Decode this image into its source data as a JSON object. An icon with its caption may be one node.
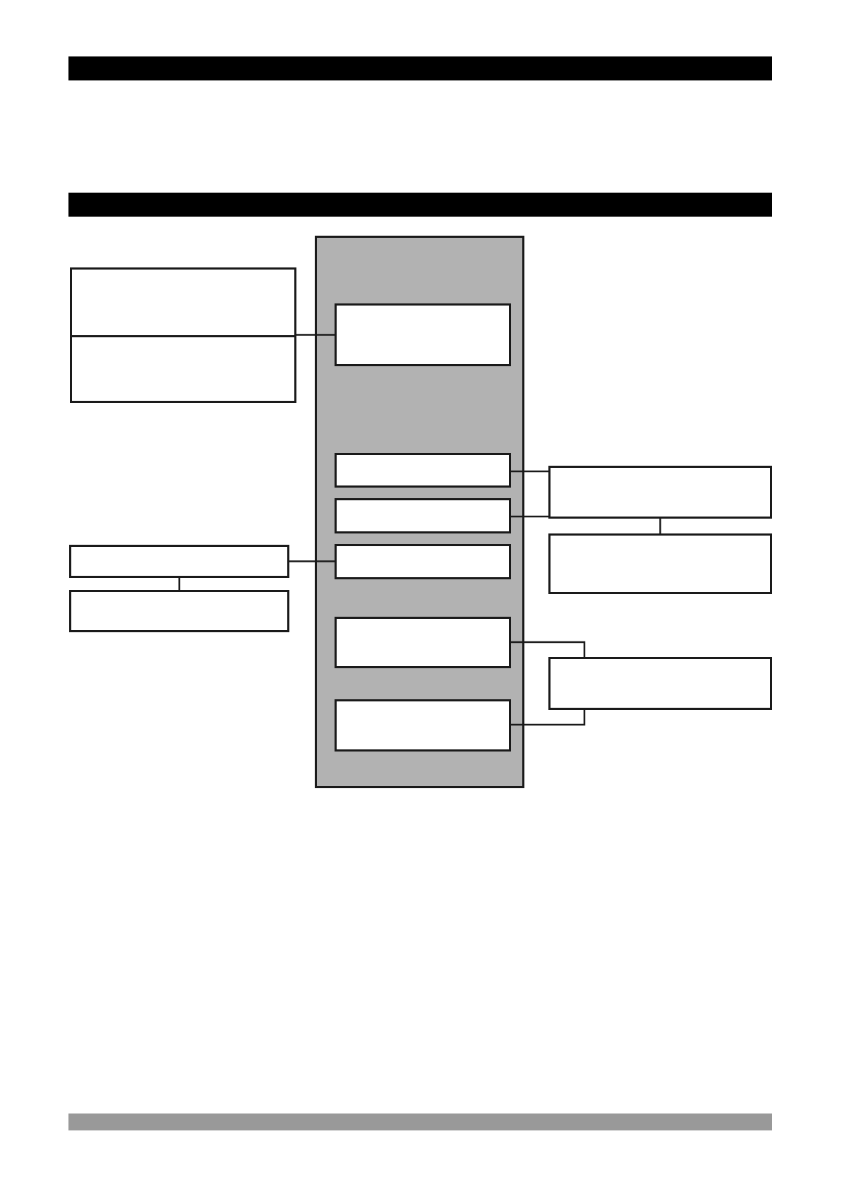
{
  "diagram": {
    "nodes": [
      {
        "text": [],
        "shape": "box"
      },
      {
        "text": [],
        "shape": "box"
      },
      {
        "text": [],
        "shape": "box",
        "in": 0
      },
      {
        "text": [],
        "shape": "box",
        "in": 0
      },
      {
        "text": [],
        "shape": "box",
        "in": 0
      },
      {
        "text": [],
        "shape": "box",
        "in": 0
      },
      {
        "text": [],
        "shape": "box",
        "in": 0
      },
      {
        "text": [],
        "shape": "box",
        "in": 0
      },
      {
        "text": [],
        "shape": "box"
      },
      {
        "text": [],
        "shape": "box"
      },
      {
        "text": [],
        "shape": "box"
      },
      {
        "text": [],
        "shape": "box"
      },
      {
        "text": [],
        "shape": "box"
      }
    ],
    "edges": [
      {
        "from": 1,
        "to": 2,
        "arrow": "none"
      },
      {
        "from": 8,
        "to": 5,
        "arrow": "none"
      },
      {
        "from": 8,
        "to": 9,
        "arrow": "none"
      },
      {
        "from": 3,
        "to": 10,
        "arrow": "none"
      },
      {
        "from": 4,
        "to": 10,
        "arrow": "none"
      },
      {
        "from": 10,
        "to": 11,
        "arrow": "none"
      },
      {
        "from": 6,
        "to": 12,
        "arrow": "none"
      },
      {
        "from": 7,
        "to": 12,
        "arrow": "none"
      }
    ]
  }
}
